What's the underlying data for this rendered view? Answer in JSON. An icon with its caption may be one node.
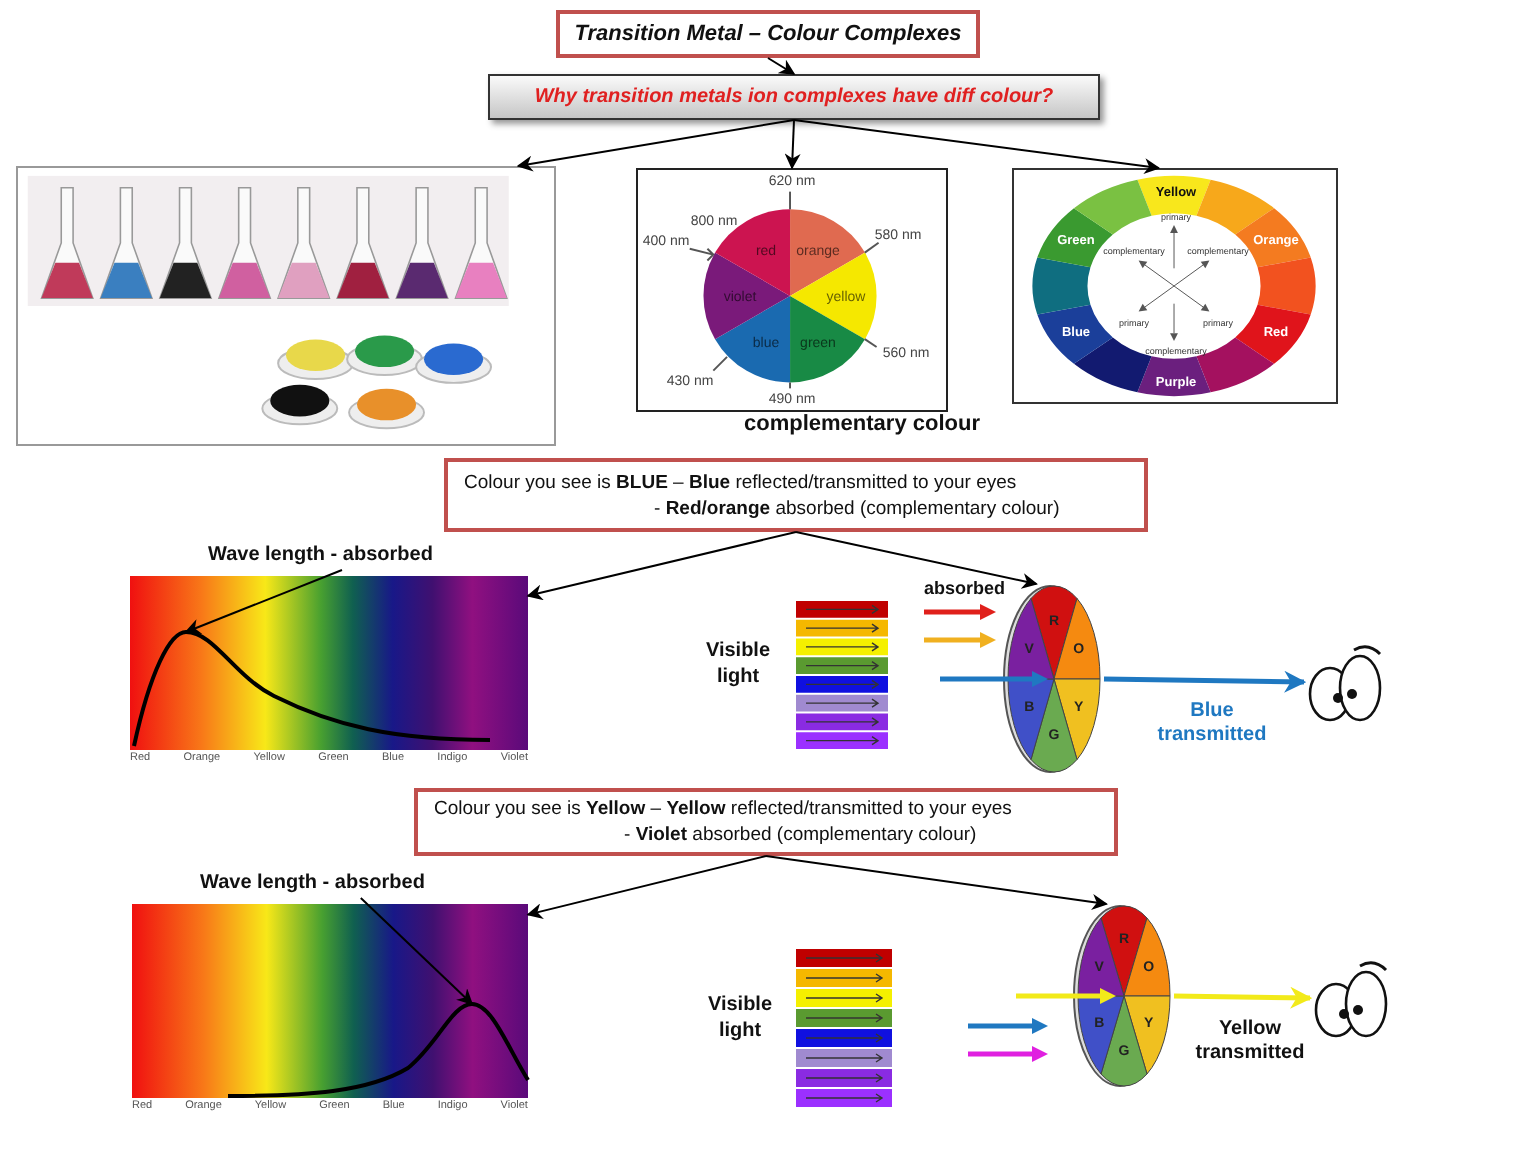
{
  "diagram": {
    "nodes": [
      {
        "text": [
          "Transition Metal – Colour Complexes"
        ]
      },
      {
        "text": [
          "Why transition metals ion complexes have diff colour?"
        ]
      },
      {
        "text": [],
        "shape": "picture"
      },
      {
        "text": [
          "620 nm",
          "800 nm",
          "400 nm",
          "580 nm",
          "red",
          "orange",
          "violet",
          "yellow",
          "blue",
          "green",
          "560 nm",
          "430 nm",
          "490 nm"
        ]
      },
      {
        "text": [
          "Yellow",
          "primary",
          "Green",
          "complementary",
          "complementary",
          "Orange",
          "Blue",
          "primary",
          "primary",
          "Red",
          "complementary",
          "Purple"
        ]
      },
      {
        "text": [
          "Colour you see is **BLUE** – **Blue** reflected/transmitted to your eyes",
          "- **Red/orange** absorbed (complementary colour)"
        ]
      },
      {
        "text": [
          "Wave length - absorbed"
        ]
      },
      {
        "text": [
          "Red",
          "Orange",
          "Yellow",
          "Green",
          "Blue",
          "Indigo",
          "Violet"
        ]
      },
      {
        "text": [],
        "shape": "curve",
        "in": 7
      },
      {
        "text": [],
        "shape": "picture",
        "beside": [
          "Visible light"
        ]
      },
      {
        "text": [
          "R",
          "O",
          "Y",
          "G",
          "B",
          "V"
        ]
      },
      {
        "text": [],
        "shape": "picture"
      },
      {
        "text": [
          "Colour you see is **Yellow** – **Yellow** reflected/transmitted to your eyes",
          "- **Violet** absorbed (complementary colour)"
        ]
      },
      {
        "text": [
          "Wave length - absorbed"
        ]
      },
      {
        "text": [
          "Red",
          "Orange",
          "Yellow",
          "Green",
          "Blue",
          "Indigo",
          "Violet"
        ]
      },
      {
        "text": [],
        "shape": "curve",
        "in": 14
      },
      {
        "text": [],
        "shape": "picture",
        "beside": [
          "Visible light"
        ]
      },
      {
        "text": [
          "R",
          "O",
          "Y",
          "G",
          "B",
          "V"
        ]
      },
      {
        "text": [],
        "shape": "picture"
      }
    ],
    "edges": [
      {
        "from": 0,
        "to": 1,
        "arrow": "to"
      },
      {
        "from": 1,
        "to": 2,
        "arrow": "to"
      },
      {
        "from": 1,
        "to": 3,
        "arrow": "to"
      },
      {
        "from": 1,
        "to": 4,
        "arrow": "to"
      },
      {
        "from": 5,
        "to": 7,
        "arrow": "to"
      },
      {
        "from": 5,
        "to": 10,
        "arrow": "to"
      },
      {
        "from": 6,
        "to": 8,
        "arrow": "to"
      },
      {
        "from": 10,
        "to": 11,
        "arrow": "to",
        "label": "Blue transmitted",
        "style": "thick",
        "color": "#1f78c1"
      },
      {
        "from": 12,
        "to": 14,
        "arrow": "to"
      },
      {
        "from": 12,
        "to": 17,
        "arrow": "to"
      },
      {
        "from": 13,
        "to": 15,
        "arrow": "to"
      },
      {
        "from": 17,
        "to": 18,
        "arrow": "to",
        "label": "Yellow transmitted",
        "style": "thick",
        "color": "#f2ea1a"
      }
    ],
    "labels": [
      "complementary colour",
      "absorbed"
    ]
  }
}
